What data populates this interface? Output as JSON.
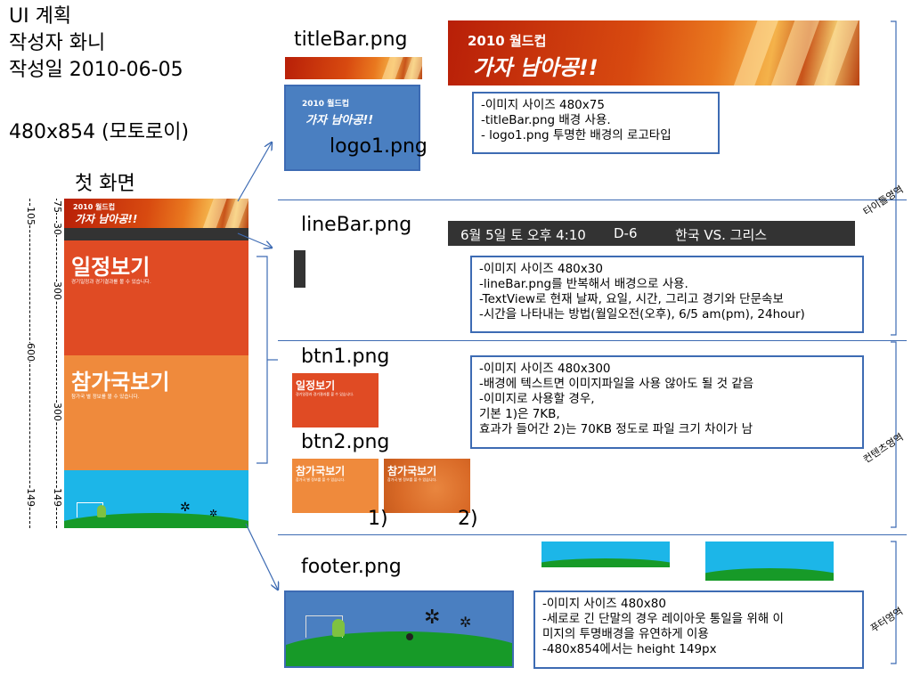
{
  "header": {
    "line1": "UI 계획",
    "line2": "작성자 화니",
    "line3": "작성일 2010-06-05",
    "resolution": "480x854 (모토로이)"
  },
  "phone": {
    "title": "첫 화면",
    "banner_small": "2010 월드컵",
    "banner_big": "가자 남아공!!",
    "btn1_title": "일정보기",
    "btn1_sub": "경기일정과 경기결과를 볼 수 있습니다.",
    "btn2_title": "참가국보기",
    "btn2_sub": "참가국 별 정보를 볼 수 있습니다."
  },
  "rulers": {
    "r105": "105",
    "r75": "75",
    "r30": "30",
    "r300a": "300",
    "r600": "600",
    "r300b": "300",
    "r149a": "149",
    "r149b": "149"
  },
  "labels": {
    "titlebar": "titleBar.png",
    "logo1": "logo1.png",
    "linebar": "lineBar.png",
    "btn1": "btn1.png",
    "btn2": "btn2.png",
    "footer": "footer.png",
    "variant1": "1)",
    "variant2": "2)"
  },
  "linebar_text": {
    "date": "6월 5일 토 오후 4:10",
    "dday": "D-6",
    "match": "한국 VS. 그리스"
  },
  "logo_box": {
    "small": "2010 월드컵",
    "big": "가자 남아공!!"
  },
  "btn_images": {
    "btn1_title": "일정보기",
    "btn1_sub": "경기일정과 경기결과를 볼 수 있습니다.",
    "btn2a_title": "참가국보기",
    "btn2a_sub": "참가국 별 정보를 볼 수 있습니다.",
    "btn2b_title": "참가국보기",
    "btn2b_sub": "참가국 별 정보를 볼 수 있습니다."
  },
  "notes": {
    "title": [
      "-이미지 사이즈 480x75",
      "-titleBar.png 배경 사용.",
      "- logo1.png 투명한 배경의 로고타입"
    ],
    "line": [
      "-이미지 사이즈 480x30",
      "-lineBar.png를 반복해서 배경으로 사용.",
      "-TextView로 현재 날짜, 요일, 시간, 그리고 경기와 단문속보",
      "-시간을 나타내는 방법(월일오전(오후), 6/5 am(pm), 24hour)"
    ],
    "btn": [
      "-이미지 사이즈 480x300",
      "-배경에 텍스트면 이미지파일을 사용 않아도 될 것 같음",
      "-이미지로 사용할 경우,",
      "기본 1)은 7KB,",
      "효과가 들어간 2)는 70KB 정도로 파일 크기 차이가 남"
    ],
    "footer": [
      "-이미지 사이즈 480x80",
      "-세로로 긴 단말의 경우 레이아웃 통일을 위해 이",
      "미지의 투명배경을 유연하게 이용",
      "-480x854에서는 height 149px"
    ]
  },
  "sections": {
    "title": "타이틀영역",
    "content": "컨텐츠영역",
    "footer": "푸터영역"
  },
  "colors": {
    "accent_blue": "#3d6bb3",
    "orange_dark": "#e04b24",
    "orange_light": "#ef8a3c",
    "sky": "#1cb6e8",
    "grass": "#179a28",
    "linebar": "#333333"
  }
}
